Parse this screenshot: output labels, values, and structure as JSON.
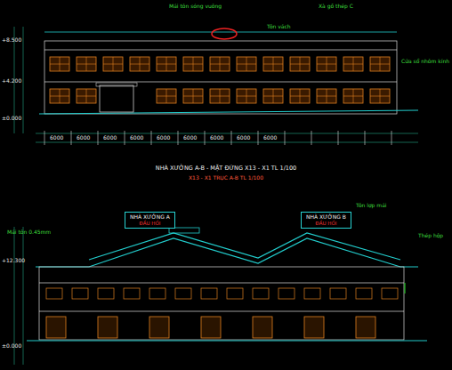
{
  "diagram": {
    "title": "NHÀ XƯỞNG A-B - MẶT ĐỨNG X13 - X1 TL 1/100",
    "nodes": [
      {
        "text": [
          "NHÀ XƯỞNG A",
          "ĐẦU HỒI"
        ]
      },
      {
        "text": [
          "NHÀ XƯỞNG B",
          "ĐẦU HỒI"
        ]
      }
    ],
    "labels": [
      "Mái tôn sóng vuông",
      "Xà gồ thép C",
      "Tôn vách",
      "Cửa sổ nhôm kính",
      "+8.500",
      "+4.200",
      "±0.000",
      "6000",
      "6000",
      "6000",
      "6000",
      "6000",
      "6000",
      "6000",
      "6000",
      "6000",
      "X13 - X1 TRỤC A-B TL 1/100",
      "Tôn lợp mái",
      "Mái tôn 0.45mm",
      "+12.300",
      "±0.000",
      "Thép hộp"
    ]
  }
}
